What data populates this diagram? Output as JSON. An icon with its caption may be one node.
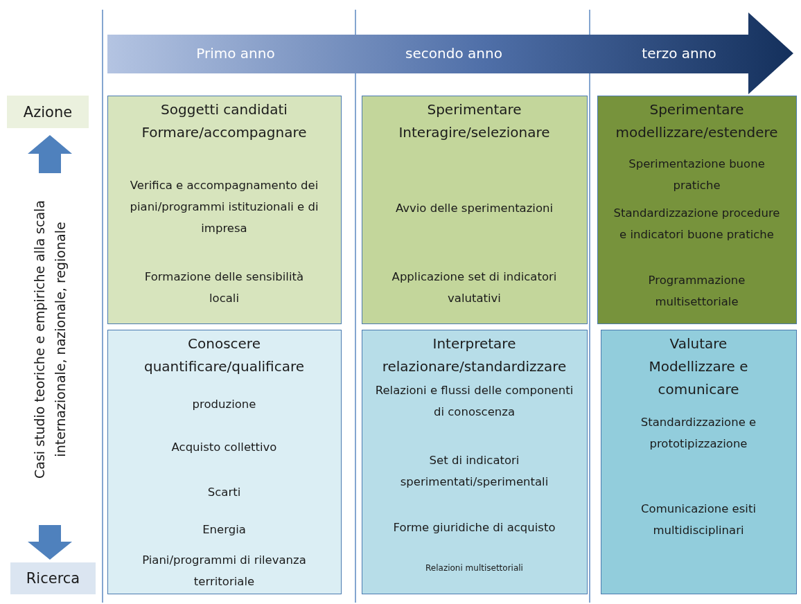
{
  "diagram": {
    "nodes": [
      {
        "text": [
          "Primo anno",
          "secondo anno",
          "terzo anno"
        ]
      },
      {
        "text": [
          "Azione"
        ]
      },
      {
        "text": [
          "Soggetti candidati",
          "Formare/accompagnare",
          "Verifica e accompagnamento dei piani/programmi istituzionali e di impresa",
          "Formazione delle sensibilità locali"
        ]
      },
      {
        "text": [
          "Sperimentare",
          "Interagire/selezionare",
          "Avvio delle sperimentazioni",
          "Applicazione set di indicatori valutativi"
        ]
      },
      {
        "text": [
          "Sperimentare",
          "modellizzare/estendere",
          "Sperimentazione buone pratiche",
          "Standardizzazione procedure e indicatori buone pratiche",
          "Programmazione multisettoriale"
        ]
      },
      {
        "text": [
          "Conoscere",
          "quantificare/qualificare",
          "produzione",
          "Acquisto collettivo",
          "Scarti",
          "Energia",
          "Piani/programmi di rilevanza territoriale"
        ]
      },
      {
        "text": [
          "Interpretare",
          "relazionare/standardizzare",
          "Relazioni e flussi delle componenti di conoscenza",
          "Set di indicatori sperimentati/sperimentali",
          "Forme giuridiche di acquisto",
          "Relazioni multisettoriali"
        ]
      },
      {
        "text": [
          "Valutare",
          "Modellizzare e comunicare",
          "Standardizzazione e prototipizzazione",
          "Comunicazione esiti multidisciplinari"
        ]
      },
      {
        "text": [
          "Ricerca"
        ]
      }
    ],
    "labels": [
      "Casi studio teoriche e empiriche alla scala internazionale, nazionale, regionale"
    ]
  }
}
